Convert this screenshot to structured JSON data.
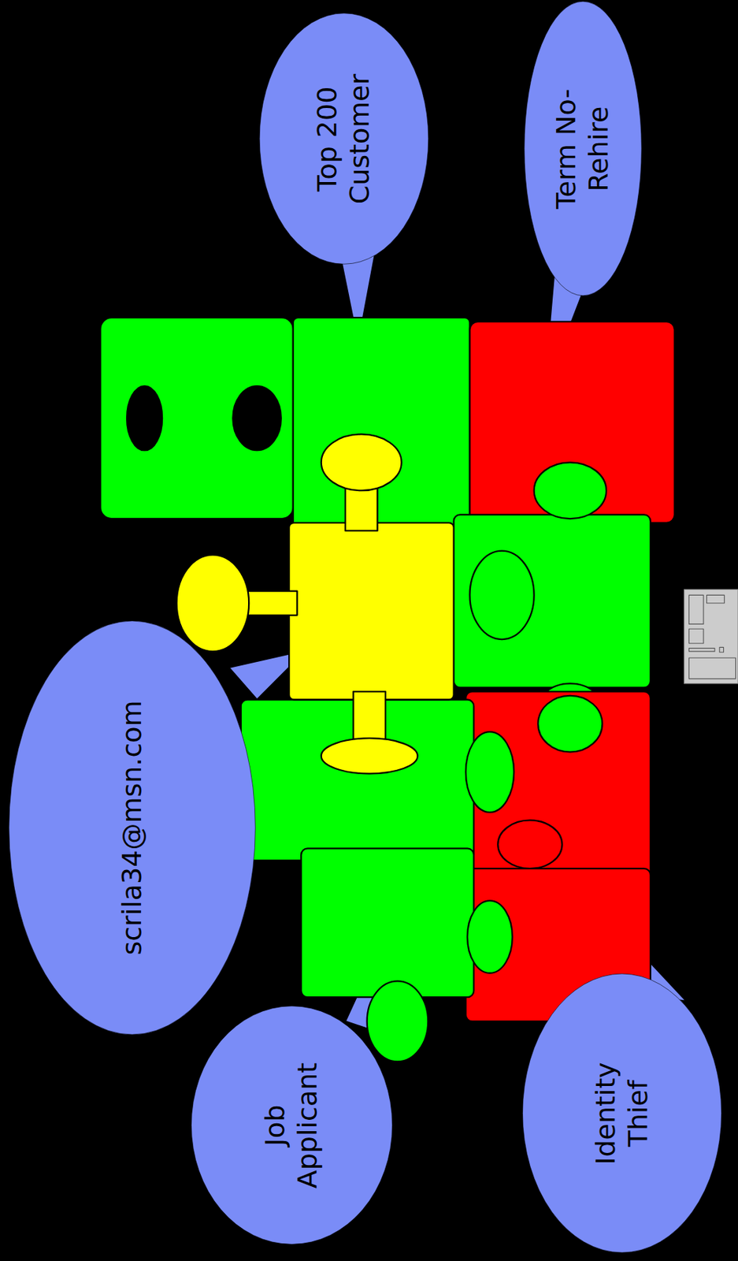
{
  "diagram": {
    "nodes": [
      {
        "text": [
          "Top 200 Customer"
        ]
      },
      {
        "text": [
          "Term No-Rehire"
        ]
      },
      {
        "text": [
          "scrila34@msn.com"
        ]
      },
      {
        "text": [
          "Job Applicant"
        ]
      },
      {
        "text": [
          "Identity Thief"
        ]
      }
    ]
  }
}
